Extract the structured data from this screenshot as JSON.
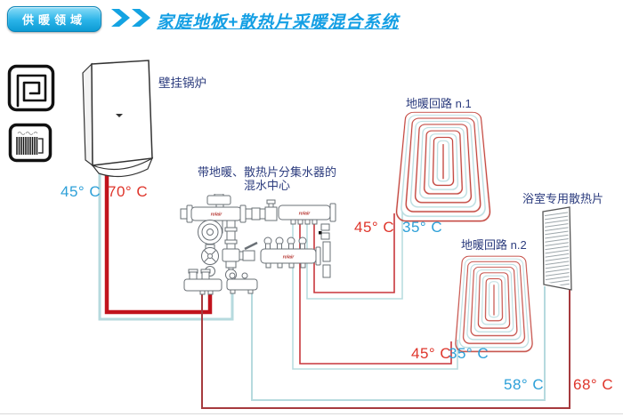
{
  "header": {
    "badge": "供暖领域",
    "title": "家庭地板+散热片采暖混合系统"
  },
  "labels": {
    "boiler": "壁挂锅炉",
    "mixing_center_line1": "带地暖、散热片分集水器的",
    "mixing_center_line2": "混水中心",
    "circuit1": "地暖回路 n.1",
    "circuit2": "地暖回路 n.2",
    "bathroom_radiator": "浴室专用散热片"
  },
  "temperatures": {
    "boiler_return": "45° C",
    "boiler_supply": "70° C",
    "circuit1_supply": "45° C",
    "circuit1_return": "35° C",
    "circuit2_supply": "45° C",
    "circuit2_return": "35° C",
    "radiator_return": "58° C",
    "radiator_supply": "68° C"
  },
  "brand": {
    "name": "rolair"
  },
  "icons": [
    "floor-heating-icon",
    "radiator-icon",
    "double-chevron-icon"
  ],
  "colors": {
    "accent_cyan": "#149fe4",
    "supply_red_thick": "#c1121c",
    "circuit_red": "#c8373c",
    "radiator_red": "#a63a3e",
    "return_teal": "#b6dade",
    "temp_blue": "#2da0d8",
    "temp_red": "#df352b",
    "label_navy": "#2c3c7e"
  }
}
